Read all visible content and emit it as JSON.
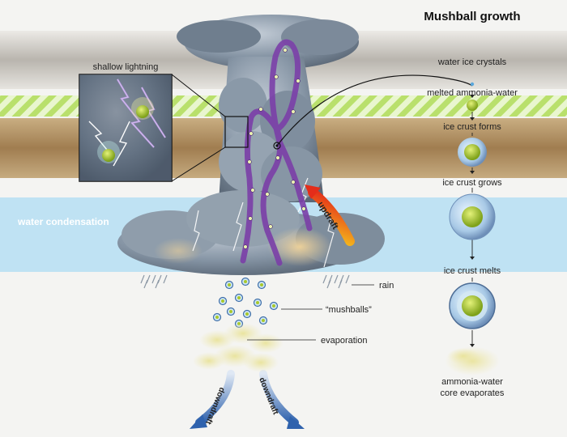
{
  "diagram": {
    "title": "Mushball growth",
    "labels": {
      "shallow_lightning": "shallow lightning",
      "water_condensation": "water condensation",
      "updraft": "updraft",
      "downdraft_left": "downdraft",
      "downdraft_right": "downdraft",
      "rain": "rain",
      "mushballs": "“mushballs”",
      "evaporation": "evaporation"
    },
    "growth_steps": [
      "water ice crystals",
      "melted ammonia-water",
      "ice crust forms",
      "ice crust grows",
      "ice crust melts"
    ],
    "final_step": {
      "line1": "ammonia-water",
      "line2": "core evaporates"
    }
  },
  "colors": {
    "background": "#f4f4f2",
    "water_band": "#bfe2f3",
    "green_band": "#b8e06a",
    "brown_band": "#b5966b",
    "cloud": "#7d8c9c",
    "loop_path": "#7b3fa8",
    "nucleus": "#a9c92a",
    "updraft_arrow_start": "#e8301e",
    "updraft_arrow_end": "#f5c520",
    "downdraft_arrow": "#3f73b8",
    "text": "#222222"
  },
  "icons": {
    "title_icon": "none",
    "arrows": "arrow-down-icon"
  }
}
